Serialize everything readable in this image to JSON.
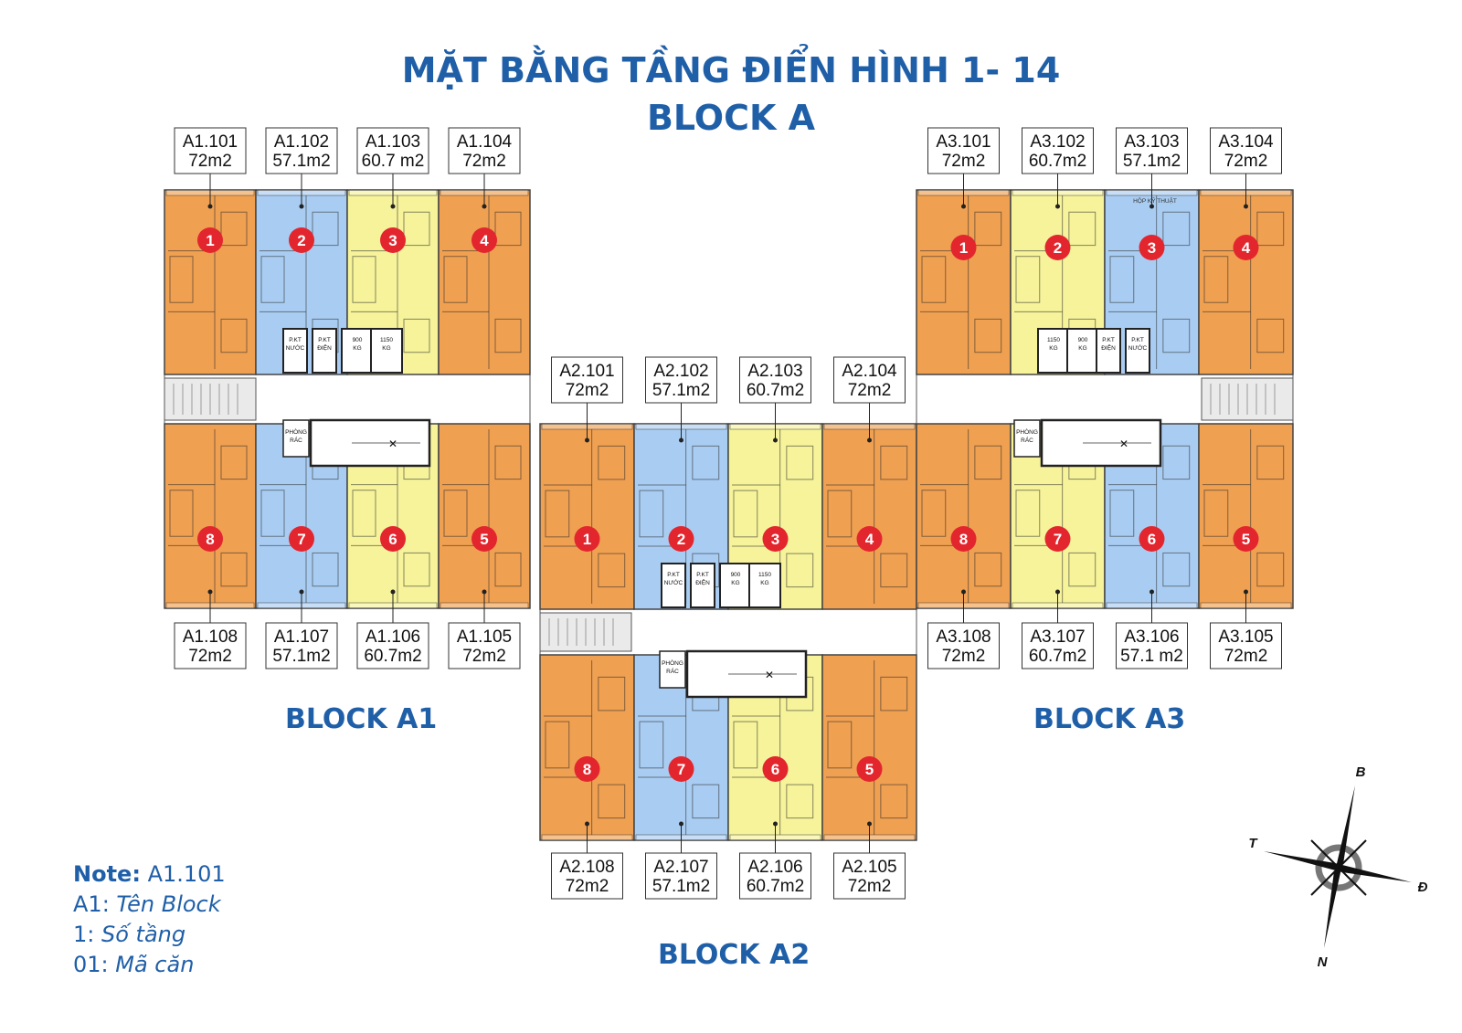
{
  "title_line1": "MẶT BẰNG TẦNG ĐIỂN HÌNH 1- 14",
  "title_line2": "BLOCK A",
  "colors": {
    "orange": "#f0a051",
    "blue": "#a9cdf2",
    "yellow": "#f6f39a",
    "marker": "#e3262e",
    "title": "#1f5fa8"
  },
  "blocks": [
    {
      "id": "A1",
      "label": "BLOCK A1",
      "units": [
        {
          "no": "1",
          "code": "A1.101",
          "area": "72m2",
          "color": "orange"
        },
        {
          "no": "2",
          "code": "A1.102",
          "area": "57.1m2",
          "color": "blue"
        },
        {
          "no": "3",
          "code": "A1.103",
          "area": "60.7 m2",
          "color": "yellow"
        },
        {
          "no": "4",
          "code": "A1.104",
          "area": "72m2",
          "color": "orange"
        },
        {
          "no": "5",
          "code": "A1.105",
          "area": "72m2",
          "color": "orange"
        },
        {
          "no": "6",
          "code": "A1.106",
          "area": "60.7m2",
          "color": "yellow"
        },
        {
          "no": "7",
          "code": "A1.107",
          "area": "57.1m2",
          "color": "blue"
        },
        {
          "no": "8",
          "code": "A1.108",
          "area": "72m2",
          "color": "orange"
        }
      ],
      "core": {
        "rooms": [
          "P.KT NƯỚC",
          "P.KT ĐIỆN",
          "900 KG",
          "1150 KG"
        ],
        "trash": "PHÒNG RÁC"
      }
    },
    {
      "id": "A2",
      "label": "BLOCK A2",
      "units": [
        {
          "no": "1",
          "code": "A2.101",
          "area": "72m2",
          "color": "orange"
        },
        {
          "no": "2",
          "code": "A2.102",
          "area": "57.1m2",
          "color": "blue"
        },
        {
          "no": "3",
          "code": "A2.103",
          "area": "60.7m2",
          "color": "yellow"
        },
        {
          "no": "4",
          "code": "A2.104",
          "area": "72m2",
          "color": "orange"
        },
        {
          "no": "5",
          "code": "A2.105",
          "area": "72m2",
          "color": "orange"
        },
        {
          "no": "6",
          "code": "A2.106",
          "area": "60.7m2",
          "color": "yellow"
        },
        {
          "no": "7",
          "code": "A2.107",
          "area": "57.1m2",
          "color": "blue"
        },
        {
          "no": "8",
          "code": "A2.108",
          "area": "72m2",
          "color": "orange"
        }
      ],
      "core": {
        "rooms": [
          "P.KT NƯỚC",
          "P.KT ĐIỆN",
          "900 KG",
          "1150 KG"
        ],
        "trash": "PHÒNG RÁC"
      }
    },
    {
      "id": "A3",
      "label": "BLOCK A3",
      "units": [
        {
          "no": "1",
          "code": "A3.101",
          "area": "72m2",
          "color": "orange"
        },
        {
          "no": "2",
          "code": "A3.102",
          "area": "60.7m2",
          "color": "yellow"
        },
        {
          "no": "3",
          "code": "A3.103",
          "area": "57.1m2",
          "color": "blue"
        },
        {
          "no": "4",
          "code": "A3.104",
          "area": "72m2",
          "color": "orange"
        },
        {
          "no": "5",
          "code": "A3.105",
          "area": "72m2",
          "color": "orange"
        },
        {
          "no": "6",
          "code": "A3.106",
          "area": "57.1 m2",
          "color": "blue"
        },
        {
          "no": "7",
          "code": "A3.107",
          "area": "60.7m2",
          "color": "yellow"
        },
        {
          "no": "8",
          "code": "A3.108",
          "area": "72m2",
          "color": "orange"
        }
      ],
      "core": {
        "rooms": [
          "1150 KG",
          "900 KG",
          "P.KT ĐIỆN",
          "P.KT NƯỚC"
        ],
        "trash": "PHÒNG RÁC",
        "shaft": "HỘP KỸ THUẬT"
      }
    }
  ],
  "note": {
    "label": "Note:",
    "example": "A1.101",
    "line1_key": "A1:",
    "line1_val": "Tên Block",
    "line2_key": "1:",
    "line2_val": "Số tầng",
    "line3_key": "01:",
    "line3_val": "Mã căn"
  },
  "compass": {
    "north": "B",
    "south": "N",
    "east": "Đ",
    "west": "T"
  }
}
